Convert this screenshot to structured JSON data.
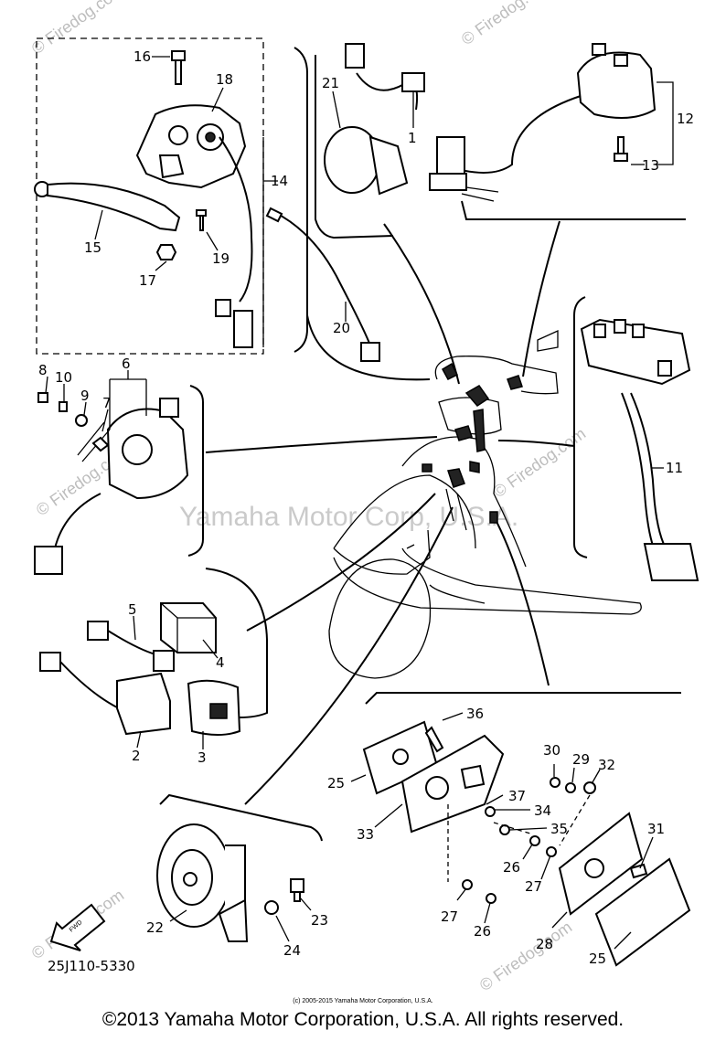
{
  "callouts": {
    "c1": "1",
    "c2": "2",
    "c3": "3",
    "c4": "4",
    "c5": "5",
    "c6": "6",
    "c7": "7",
    "c8": "8",
    "c9": "9",
    "c10": "10",
    "c11": "11",
    "c12": "12",
    "c13": "13",
    "c14": "14",
    "c15": "15",
    "c16": "16",
    "c17": "17",
    "c18": "18",
    "c19": "19",
    "c20": "20",
    "c21": "21",
    "c22": "22",
    "c23": "23",
    "c24": "24",
    "c25a": "25",
    "c25b": "25",
    "c26a": "26",
    "c26b": "26",
    "c27a": "27",
    "c27b": "27",
    "c28": "28",
    "c29": "29",
    "c30": "30",
    "c31": "31",
    "c32": "32",
    "c33": "33",
    "c34": "34",
    "c35": "35",
    "c36": "36",
    "c37": "37"
  },
  "fwd_label": "FWD",
  "diagram_code": "25J110-5330",
  "watermarks": {
    "center": "Yamaha Motor Corp, U.S.A.",
    "brand": "© Firedog.com"
  },
  "small_copyright": "(c) 2005-2015 Yamaha Motor Corporation, U.S.A.",
  "footer_copyright": "©2013 Yamaha Motor Corporation, U.S.A. All rights reserved."
}
